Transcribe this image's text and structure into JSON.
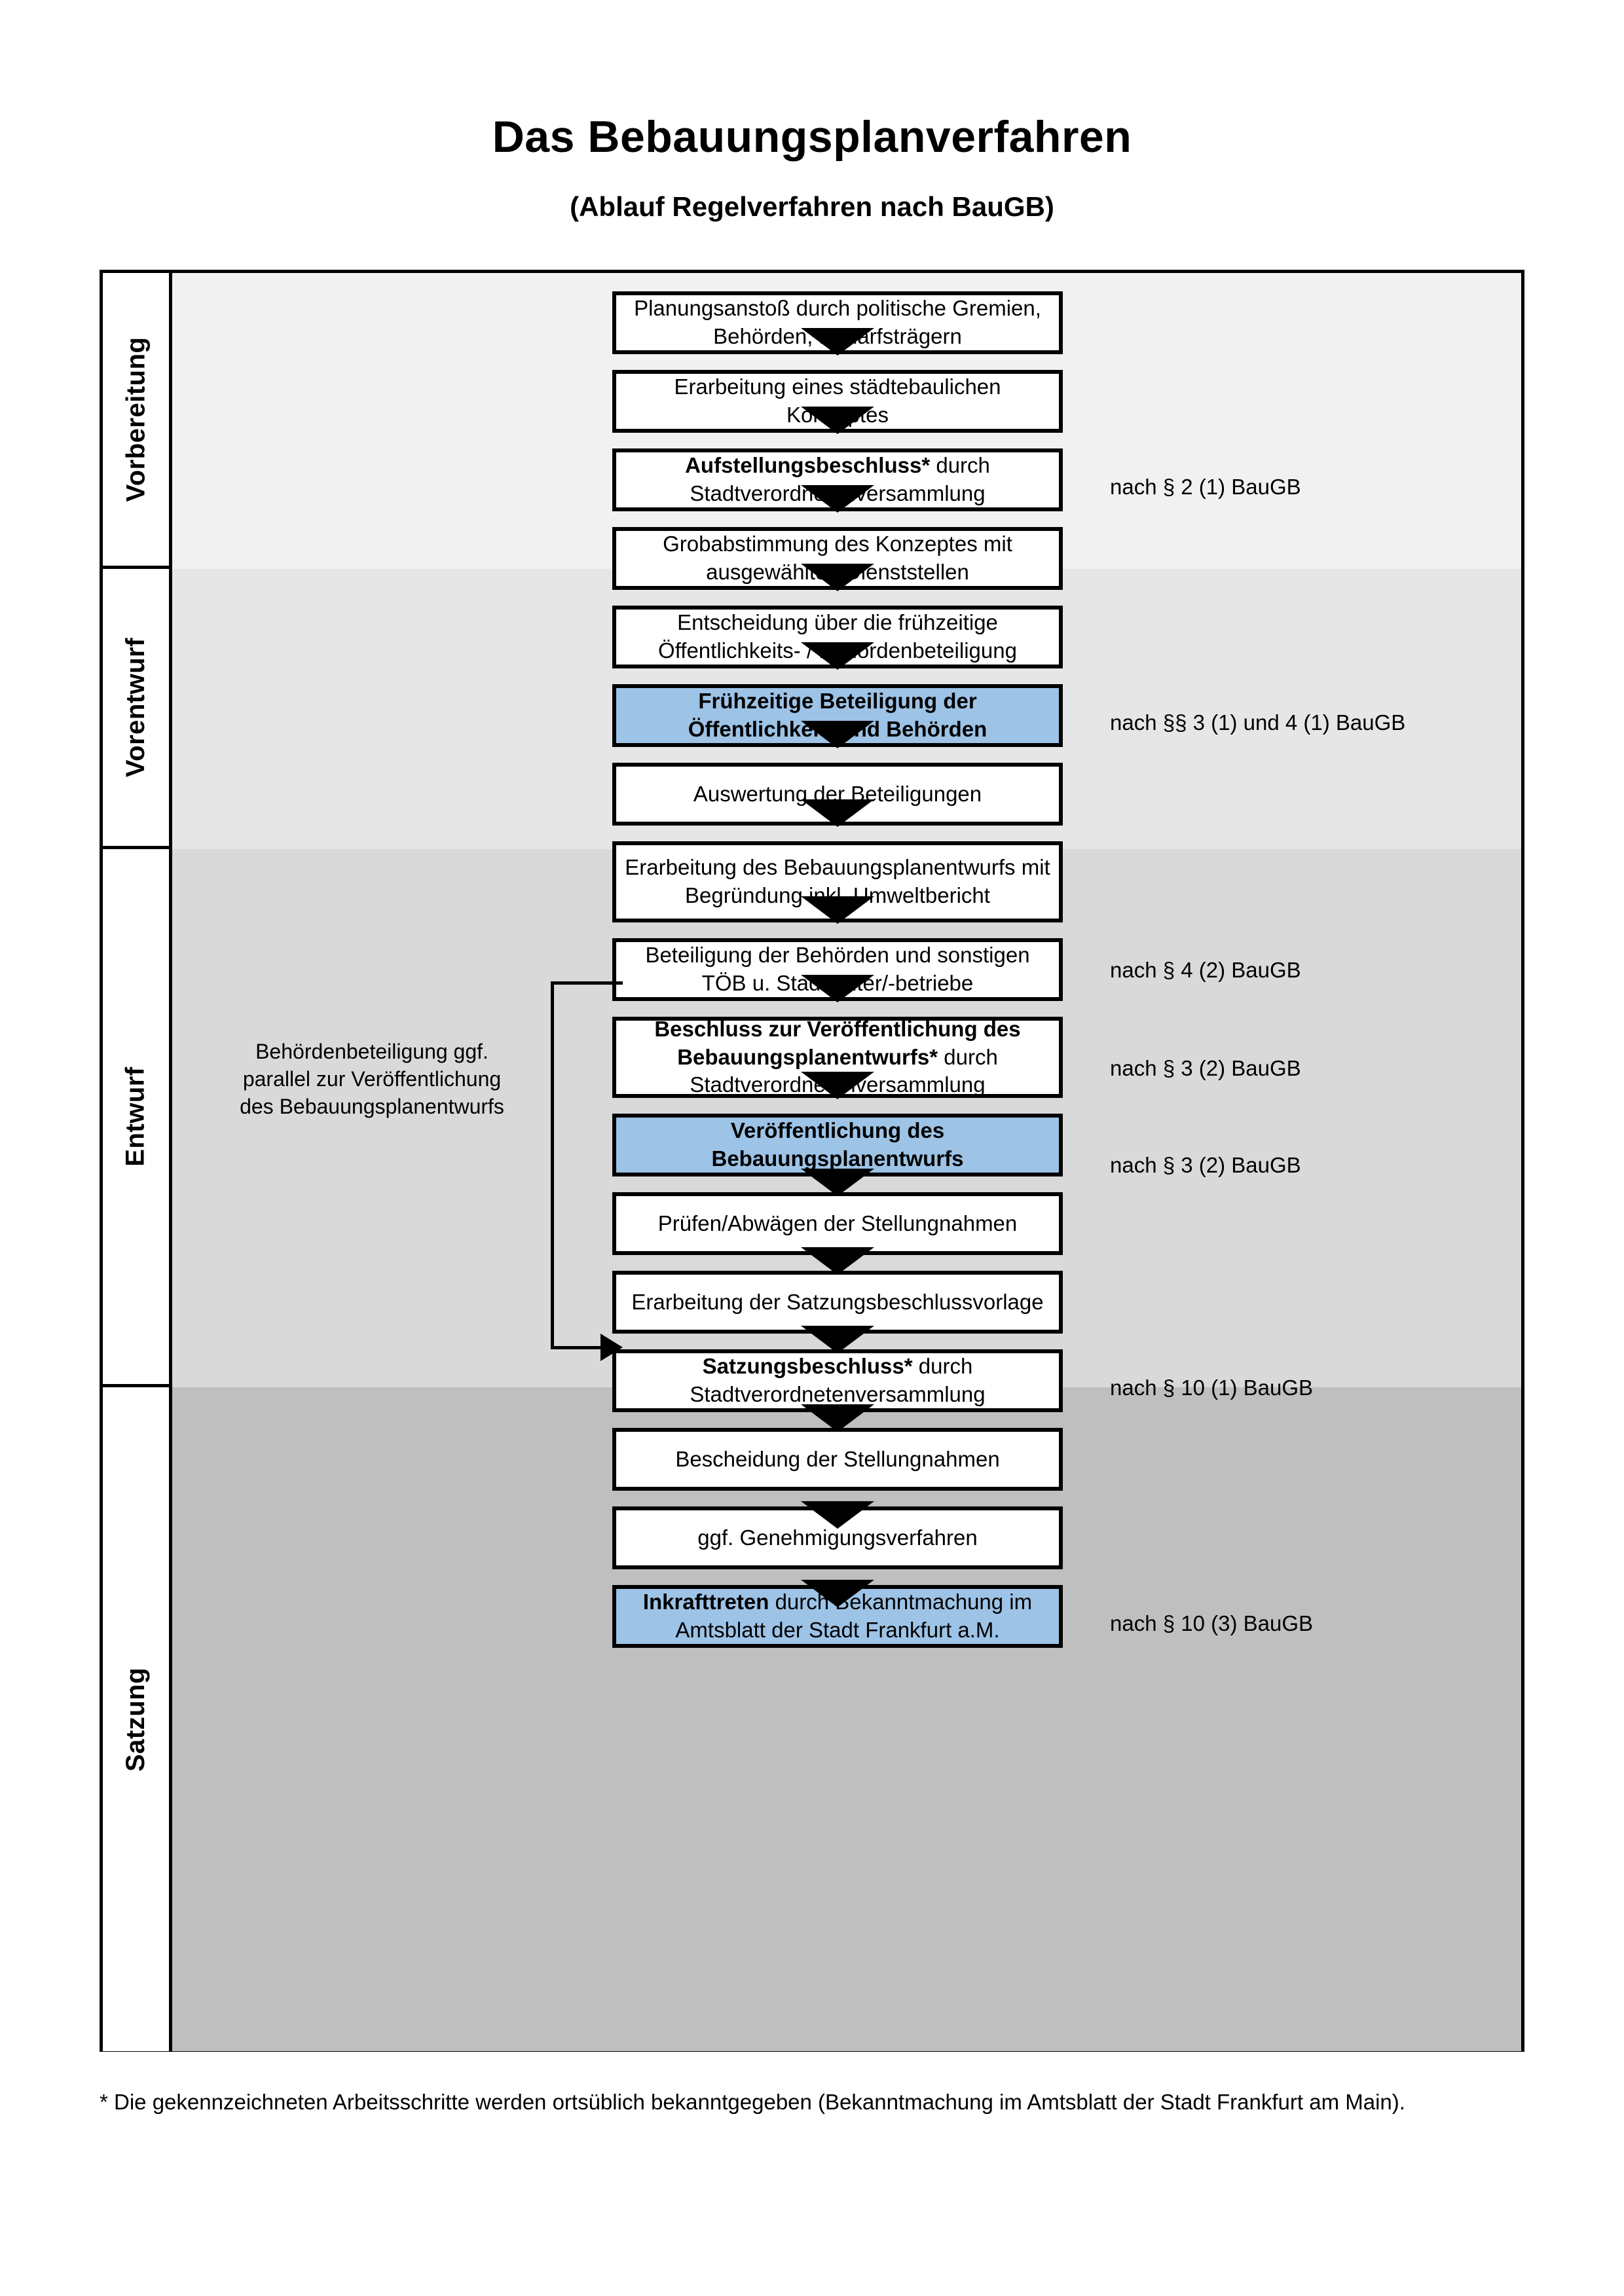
{
  "header": {
    "title": "Das Bebauungsplanverfahren",
    "subtitle": "(Ablauf Regelverfahren nach BauGB)"
  },
  "colors": {
    "highlight_blue": "#9dc3e6",
    "band_vorbereitung": "#f1f1f1",
    "band_vorentwurf": "#e6e6e6",
    "band_entwurf": "#d9d9d9",
    "band_satzung": "#bfbfbf",
    "border": "#000000"
  },
  "phases": [
    {
      "label": "Vorbereitung"
    },
    {
      "label": "Vorentwurf"
    },
    {
      "label": "Entwurf"
    },
    {
      "label": "Satzung"
    }
  ],
  "steps": [
    {
      "id": "planungsanstoss",
      "phase": "Vorbereitung",
      "bold": "",
      "text": "Planungsanstoß durch politische Gremien, Behörden, Bedarfsträgern",
      "highlight": false
    },
    {
      "id": "staedtebauliches-konzept",
      "phase": "Vorbereitung",
      "bold": "",
      "text": "Erarbeitung eines städtebaulichen Konzeptes",
      "highlight": false
    },
    {
      "id": "aufstellungsbeschluss",
      "phase": "Vorbereitung",
      "bold": "Aufstellungsbeschluss*",
      "text": " durch Stadtverordnetenversammlung",
      "highlight": false
    },
    {
      "id": "grobabstimmung",
      "phase": "Vorentwurf",
      "bold": "",
      "text": "Grobabstimmung des Konzeptes mit ausgewählten Dienststellen",
      "highlight": false
    },
    {
      "id": "entscheidung-fruehzeitige",
      "phase": "Vorentwurf",
      "bold": "",
      "text": "Entscheidung über die frühzeitige Öffentlichkeits- / Behördenbeteiligung",
      "highlight": false
    },
    {
      "id": "fruehzeitige-beteiligung",
      "phase": "Vorentwurf",
      "bold": "Frühzeitige Beteiligung der Öffentlichkeit* und Behörden",
      "text": "",
      "highlight": true
    },
    {
      "id": "auswertung-beteiligungen",
      "phase": "Entwurf",
      "bold": "",
      "text": "Auswertung der Beteiligungen",
      "highlight": false
    },
    {
      "id": "erarbeitung-bplanentwurf",
      "phase": "Entwurf",
      "bold": "",
      "text": "Erarbeitung des Bebauungsplanentwurfs mit Begründung inkl. Umweltbericht",
      "highlight": false
    },
    {
      "id": "beteiligung-behoerden-toeb",
      "phase": "Entwurf",
      "bold": "",
      "text": "Beteiligung der Behörden und sonstigen TÖB u. Stadtämter/-betriebe",
      "highlight": false
    },
    {
      "id": "beschluss-veroeffentlichung",
      "phase": "Entwurf",
      "bold": "Beschluss zur Veröffentlichung des Bebauungsplanentwurfs*",
      "text": " durch Stadtverordnetenversammlung",
      "highlight": false
    },
    {
      "id": "veroeffentlichung-bplanentwurf",
      "phase": "Entwurf",
      "bold": "Veröffentlichung des Bebauungsplanentwurfs",
      "text": "",
      "highlight": true
    },
    {
      "id": "pruefen-abwaegen",
      "phase": "Satzung",
      "bold": "",
      "text": "Prüfen/Abwägen der Stellungnahmen",
      "highlight": false
    },
    {
      "id": "satzungsbeschlussvorlage",
      "phase": "Satzung",
      "bold": "",
      "text": "Erarbeitung der Satzungsbeschlussvorlage",
      "highlight": false
    },
    {
      "id": "satzungsbeschluss",
      "phase": "Satzung",
      "bold": "Satzungsbeschluss*",
      "text": " durch Stadtverordnetenversammlung",
      "highlight": false
    },
    {
      "id": "bescheidung-stellungnahmen",
      "phase": "Satzung",
      "bold": "",
      "text": "Bescheidung der Stellungnahmen",
      "highlight": false
    },
    {
      "id": "genehmigungsverfahren",
      "phase": "Satzung",
      "bold": "",
      "text": "ggf. Genehmigungsverfahren",
      "highlight": false
    },
    {
      "id": "inkrafttreten",
      "phase": "Satzung",
      "bold": "Inkrafttreten",
      "text": " durch Bekanntmachung im Amtsblatt der Stadt Frankfurt a.M.",
      "highlight": true
    }
  ],
  "law_notes": [
    {
      "id": "law-par2-1",
      "text": "nach § 2 (1) BauGB"
    },
    {
      "id": "law-par3-1-par4-1",
      "text": "nach §§ 3 (1) und 4 (1) BauGB"
    },
    {
      "id": "law-par4-2",
      "text": "nach § 4 (2) BauGB"
    },
    {
      "id": "law-par3-2-a",
      "text": "nach § 3 (2) BauGB"
    },
    {
      "id": "law-par3-2-b",
      "text": "nach § 3 (2) BauGB"
    },
    {
      "id": "law-par10-1",
      "text": "nach § 10 (1) BauGB"
    },
    {
      "id": "law-par10-3",
      "text": "nach § 10 (3) BauGB"
    }
  ],
  "side_note": {
    "text": "Behördenbeteiligung ggf. parallel zur Veröffentlichung des Bebauungsplanentwurfs"
  },
  "footnote": {
    "text": "* Die gekennzeichneten Arbeitsschritte werden ortsüblich bekanntgegeben (Bekanntmachung im Amtsblatt  der Stadt Frankfurt am Main)."
  }
}
